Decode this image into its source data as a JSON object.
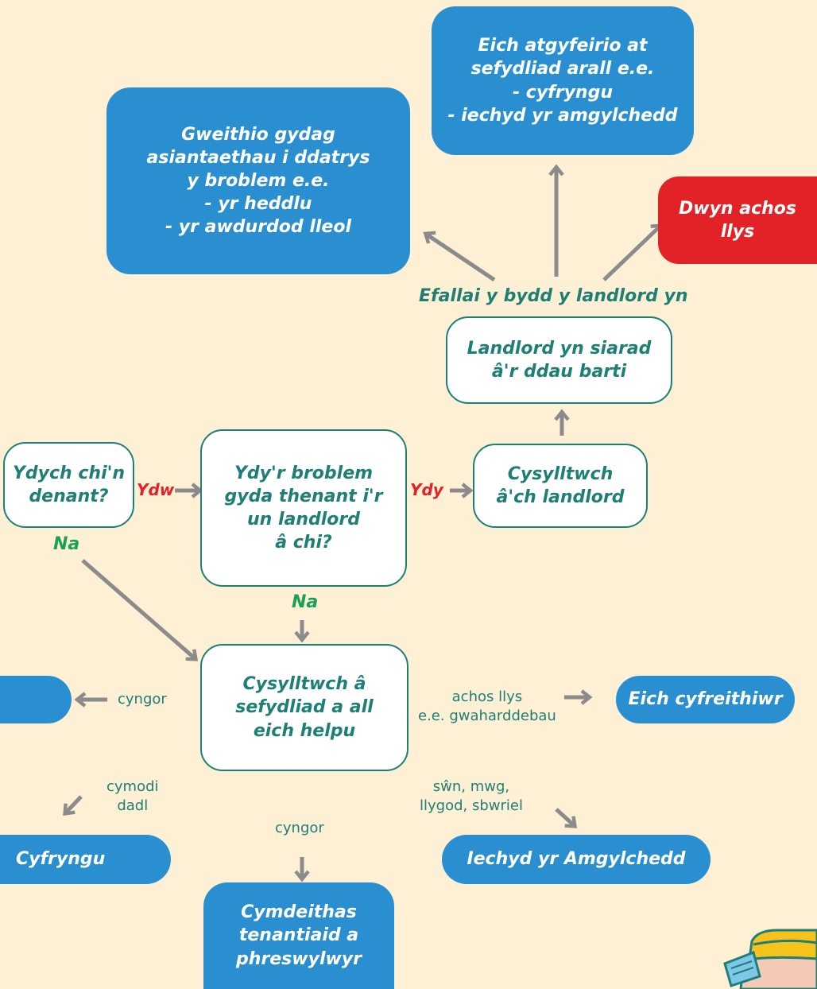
{
  "boxes": {
    "refer": [
      "Eich atgyfeirio at",
      "sefydliad arall e.e.",
      "- cyfryngu",
      "- iechyd yr amgylchedd"
    ],
    "agencies": [
      "Gweithio gydag",
      "asiantaethau i ddatrys",
      "y broblem e.e.",
      "- yr heddlu",
      "- yr awdurdod lleol"
    ],
    "court": [
      "Dwyn achos",
      "llys"
    ],
    "landlord_talk": [
      "Landlord yn siarad",
      "â'r ddau barti"
    ],
    "tenant_q": [
      "Ydych chi'n",
      "denant?"
    ],
    "problem_q": [
      "Ydy'r broblem",
      "gyda thenant i'r",
      "un landlord",
      "â chi?"
    ],
    "contact_landlord": [
      "Cysylltwch",
      "â'ch landlord"
    ],
    "contact_org": [
      "Cysylltwch â",
      "sefydliad a all",
      "eich helpu"
    ],
    "solicitor": "Eich cyfreithiwr",
    "mediation": "Cyfryngu",
    "env_health": "Iechyd yr Amgylchedd",
    "tenants_assoc": [
      "Cymdeithas",
      "tenantiaid a",
      "phreswylwyr"
    ],
    "left_partial": ""
  },
  "labels": {
    "landlord_may": "Efallai y bydd y landlord yn",
    "yes_tenant": "Ydw",
    "yes_problem": "Ydy",
    "no_tenant": "Na",
    "no_problem": "Na",
    "advice_left": "cyngor",
    "advice_bottom": "cyngor",
    "court_case": [
      "achos llys",
      "e.e. gwaharddebau"
    ],
    "dispute": [
      "cymodi",
      "dadl"
    ],
    "nuisance": [
      "sŵn, mwg,",
      "llygod, sbwriel"
    ]
  },
  "colors": {
    "background": "#fdf0d4",
    "blue": "#2a8fd0",
    "red": "#e32228",
    "teal": "#1d7f76",
    "green": "#1aa05b",
    "arrow": "#8b8b8b"
  }
}
